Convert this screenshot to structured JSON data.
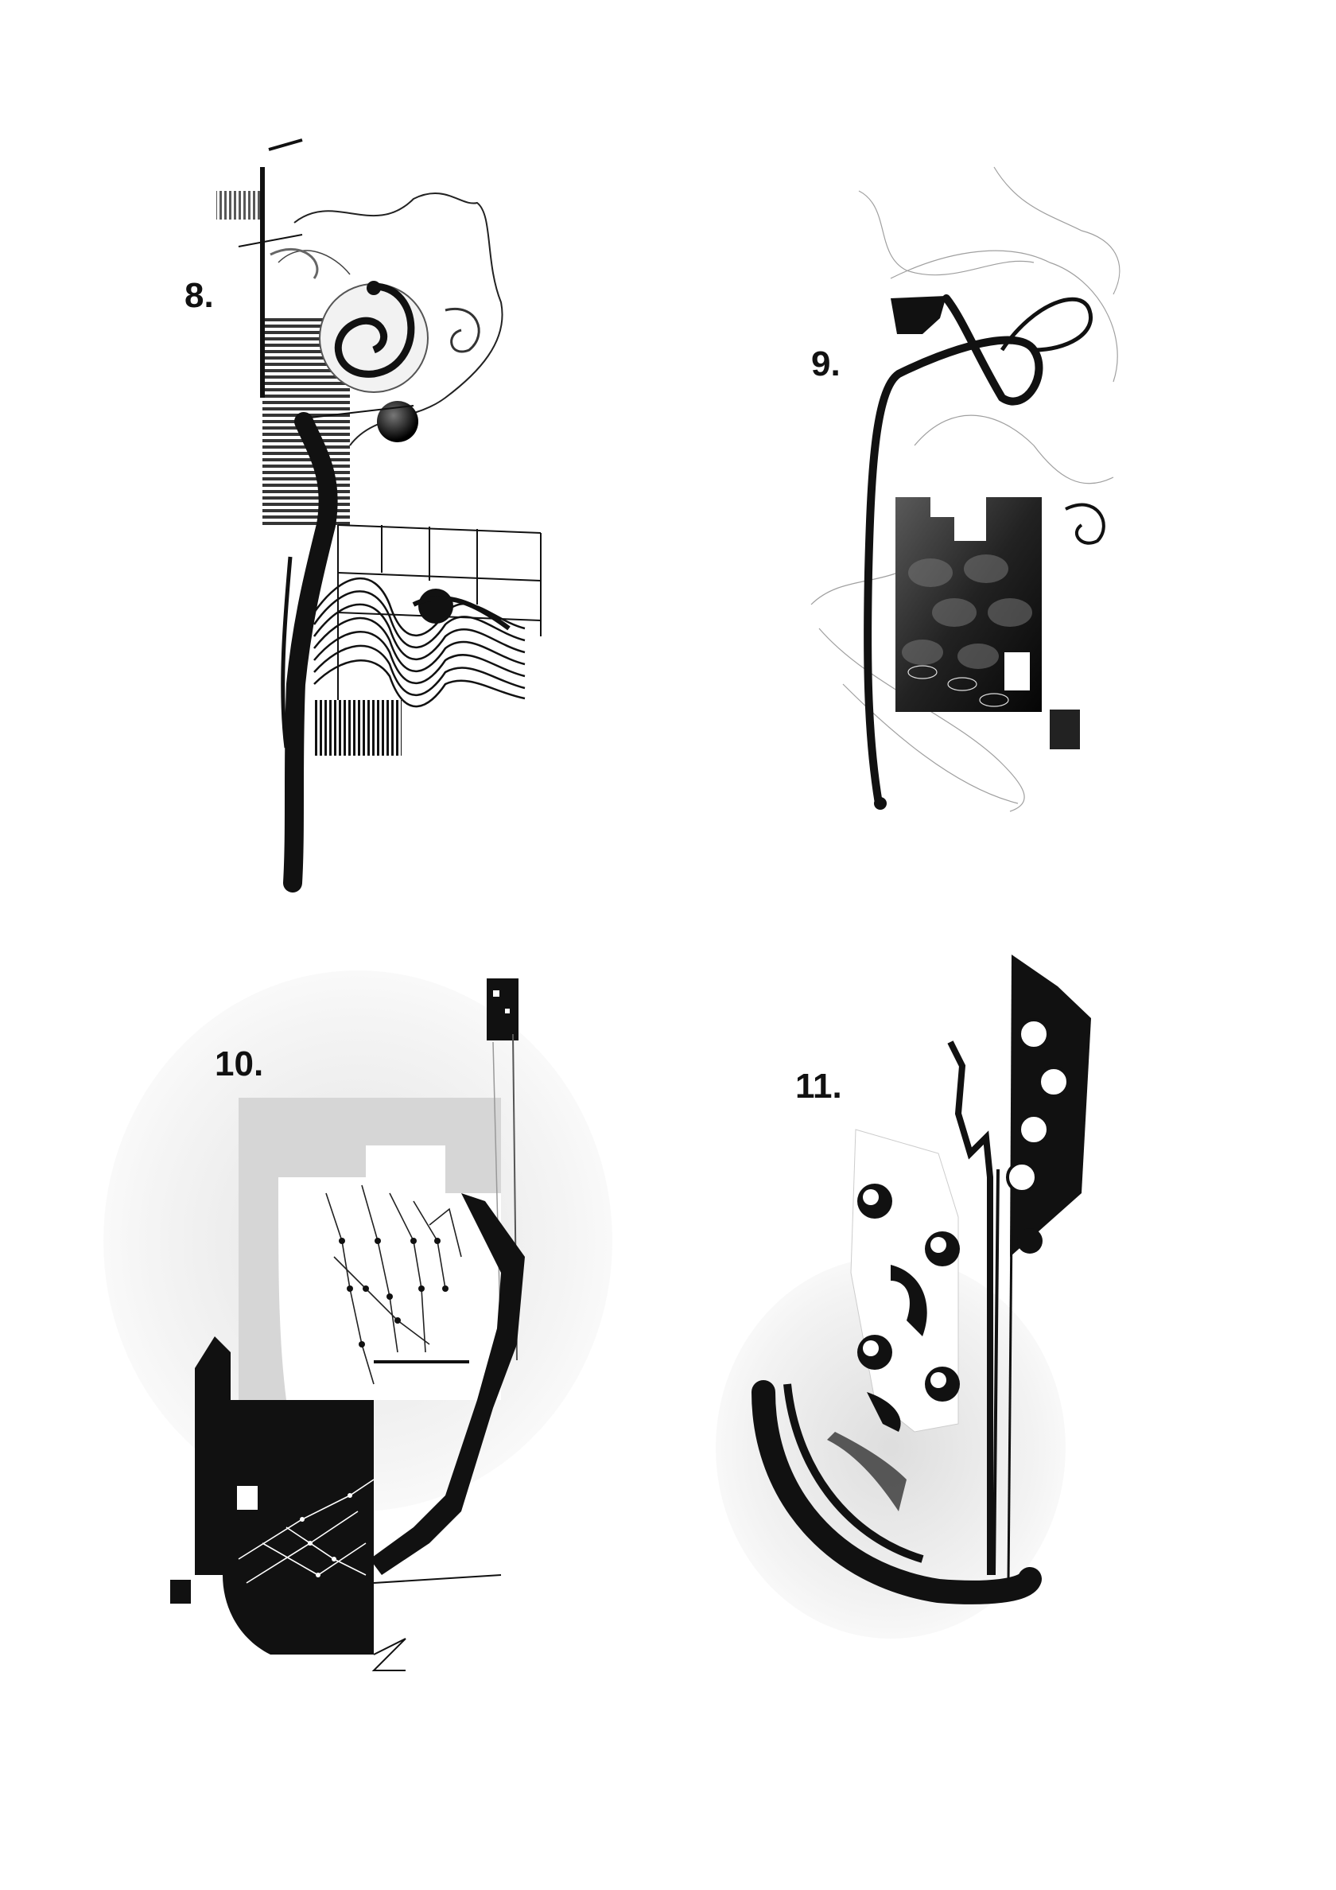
{
  "figures": [
    {
      "label": "8."
    },
    {
      "label": "9."
    },
    {
      "label": "10."
    },
    {
      "label": "11."
    }
  ],
  "colors": {
    "ink": "#111111",
    "paper": "#ffffff",
    "grey_wash": "#d9d9d9"
  }
}
